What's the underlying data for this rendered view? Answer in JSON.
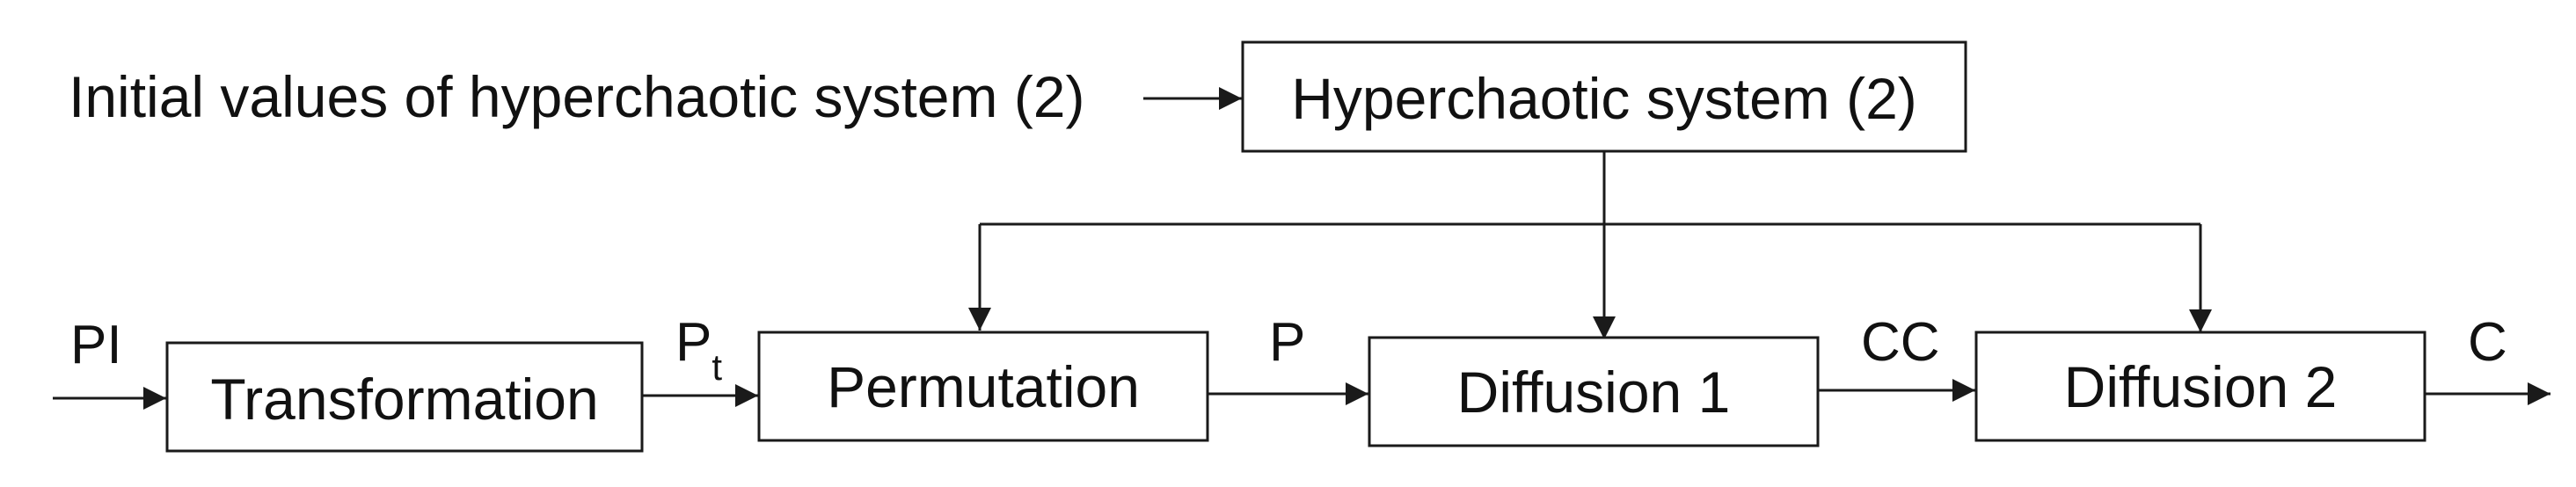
{
  "diagram": {
    "input_text": "Initial values of hyperchaotic system (2)",
    "boxes": {
      "hyperchaotic": "Hyperchaotic system (2)",
      "transformation": "Transformation",
      "permutation": "Permutation",
      "diffusion1": "Diffusion 1",
      "diffusion2": "Diffusion 2"
    },
    "signals": {
      "pi": "PI",
      "pt_base": "P",
      "pt_sub": "t",
      "p": "P",
      "cc": "CC",
      "c": "C"
    }
  }
}
